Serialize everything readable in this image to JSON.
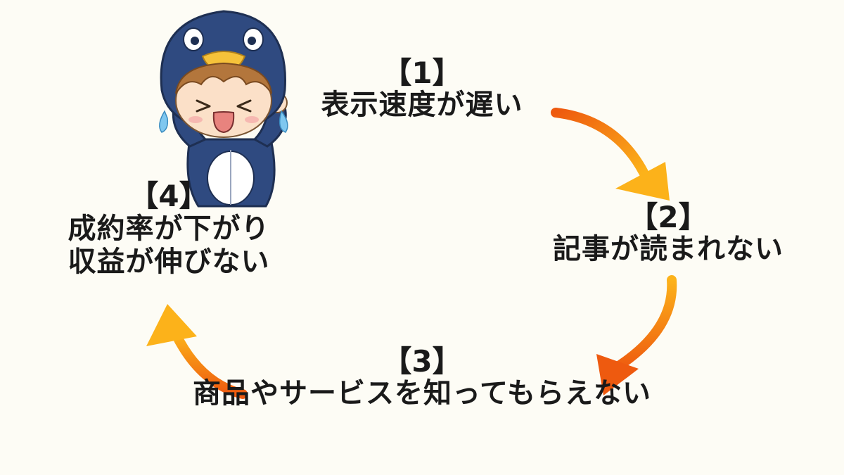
{
  "diagram": {
    "steps": [
      {
        "number": "【1】",
        "label": "表示速度が遅い"
      },
      {
        "number": "【2】",
        "label": "記事が読まれない"
      },
      {
        "number": "【3】",
        "label": "商品やサービスを知ってもらえない"
      },
      {
        "number": "【4】",
        "label": [
          "成約率が下がり",
          "収益が伸びない"
        ]
      }
    ],
    "colors": {
      "background": "#fdfcf5",
      "text": "#1a1a1a",
      "arrow_start": "#ee5a0f",
      "arrow_end": "#fcb21a",
      "penguin_hood": "#2f4a80",
      "penguin_beak": "#f6c23a",
      "hair": "#b3763c"
    },
    "icons": [
      "crying-child-penguin-costume-icon",
      "curved-arrow-icon"
    ]
  }
}
